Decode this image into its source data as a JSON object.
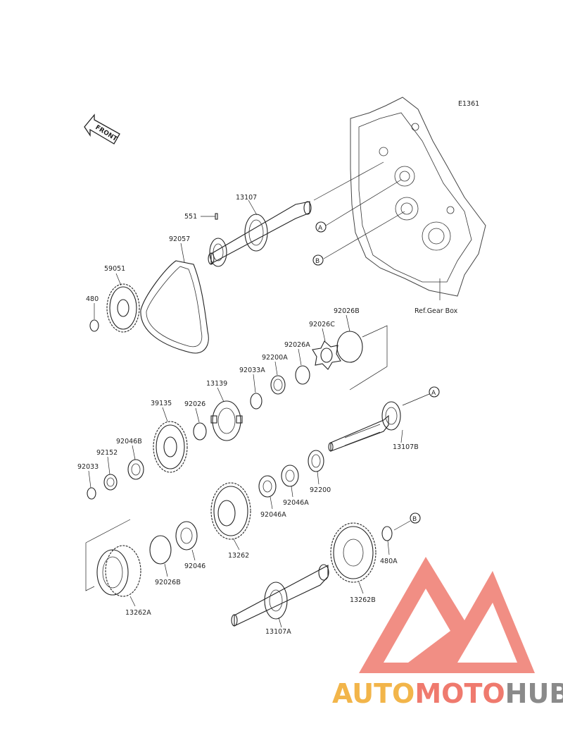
{
  "diagram": {
    "code": "E1361",
    "front_label": "FRONT",
    "ref_label": "Ref.Gear Box",
    "refs": {
      "a": "A",
      "b": "B"
    },
    "parts": {
      "p13107": "13107",
      "p551": "551",
      "p92057": "92057",
      "p59051": "59051",
      "p480": "480",
      "p92026B_top": "92026B",
      "p92026C": "92026C",
      "p92026A": "92026A",
      "p92200A": "92200A",
      "p92033A": "92033A",
      "p13139": "13139",
      "p39135": "39135",
      "p92026": "92026",
      "p92046B": "92046B",
      "p92152": "92152",
      "p92033": "92033",
      "p13107B": "13107B",
      "p92200": "92200",
      "p92046A_1": "92046A",
      "p92046A_2": "92046A",
      "p13262": "13262",
      "p92046": "92046",
      "p92026B_bottom": "92026B",
      "p13262A": "13262A",
      "p480A": "480A",
      "p13262B": "13262B",
      "p13107A": "13107A"
    }
  },
  "watermark": {
    "auto": "AUTO",
    "moto": "MOTO",
    "hub": "HUB",
    "colors": {
      "triangle": "#ef7a6e",
      "auto": "#f2b54a",
      "moto": "#ef7a6e",
      "hub": "#8a8a8a"
    }
  }
}
